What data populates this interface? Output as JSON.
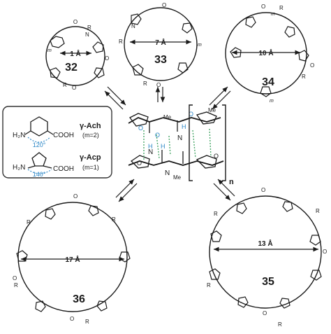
{
  "macrocycles": [
    {
      "label": "32",
      "distance": "1 Å"
    },
    {
      "label": "33",
      "distance": "7 Å"
    },
    {
      "label": "34",
      "distance": "10 Å"
    },
    {
      "label": "35",
      "distance": "13 Å"
    },
    {
      "label": "36",
      "distance": "17 Å"
    }
  ],
  "legend": {
    "ach": {
      "name": "γ-Ach",
      "sub": "(m=2)",
      "angle": "120°",
      "amine": "H₂N",
      "acid": "COOH"
    },
    "acp": {
      "name": "γ-Acp",
      "sub": "(m=1)",
      "angle": "140°",
      "amine": "H₂N",
      "acid": "COOH"
    }
  },
  "center": {
    "repeat": "n",
    "n_label": "N",
    "h_label": "H",
    "o_label": "O",
    "me_label": "Me"
  },
  "atoms": {
    "o": "O",
    "n": "N",
    "h": "H",
    "r": "R",
    "m": "m"
  },
  "colors": {
    "ink": "#1a1a1a",
    "accent": "#2a86c6",
    "hbond": "#4aa86a",
    "box": "#333333"
  }
}
